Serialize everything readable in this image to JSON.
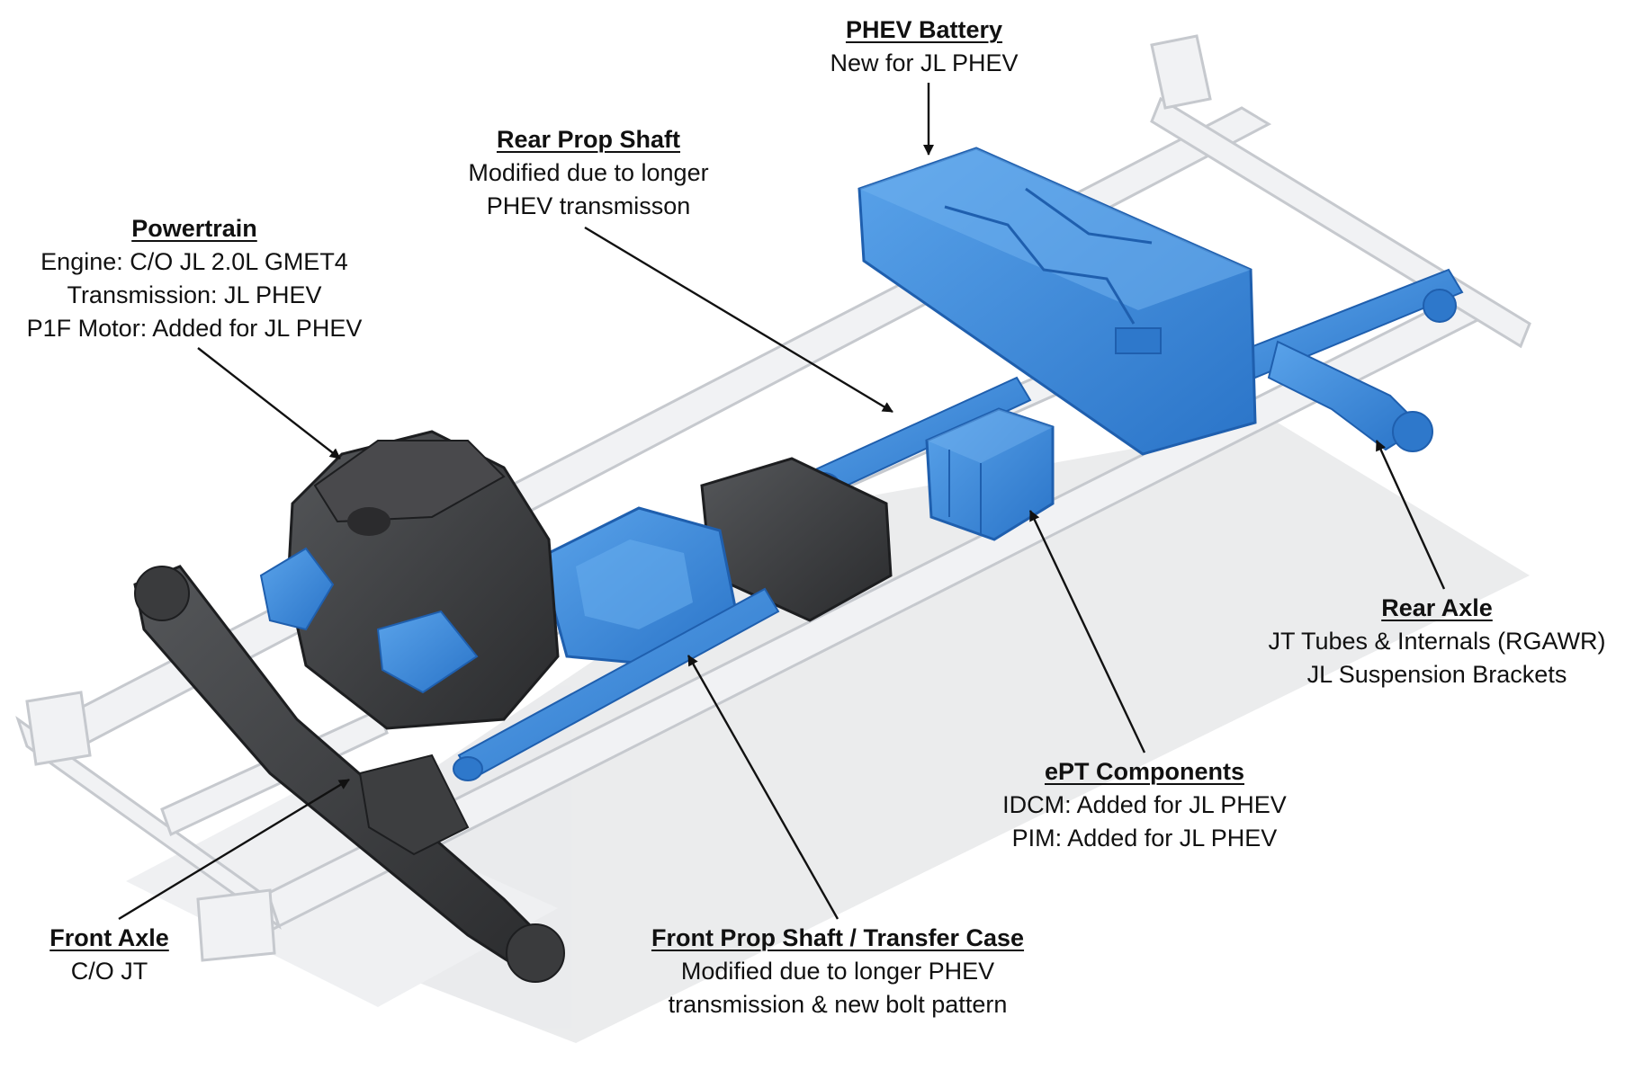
{
  "callouts": {
    "battery": {
      "title": "PHEV Battery",
      "lines": [
        "New for JL PHEV"
      ]
    },
    "rear_prop": {
      "title": "Rear Prop Shaft",
      "lines": [
        "Modified due to longer",
        "PHEV transmisson"
      ]
    },
    "powertrain": {
      "title": "Powertrain",
      "lines": [
        "Engine: C/O JL 2.0L GMET4",
        "Transmission: JL PHEV",
        "P1F Motor: Added for JL PHEV"
      ]
    },
    "rear_axle": {
      "title": "Rear Axle",
      "lines": [
        "JT Tubes & Internals (RGAWR)",
        "JL Suspension Brackets"
      ]
    },
    "ept": {
      "title": "ePT Components",
      "lines": [
        "IDCM: Added for JL PHEV",
        "PIM: Added for JL PHEV"
      ]
    },
    "front_axle": {
      "title": "Front Axle",
      "lines": [
        "C/O JT"
      ]
    },
    "front_prop": {
      "title": "Front Prop Shaft / Transfer Case",
      "lines": [
        "Modified due to longer PHEV",
        "transmission & new bolt pattern"
      ]
    }
  },
  "colors": {
    "phev_blue": "#3a86d8",
    "phev_blue_dark": "#1f5fae",
    "carryover_dark": "#3b3b3d",
    "frame_white": "#eeeff1",
    "frame_edge": "#c9ccd1",
    "shadow": "#d4d6d9",
    "leader": "#111111"
  },
  "icons": {
    "drawing": "chassis-drivetrain-cutaway",
    "leader_arrowhead": "arrow-tip"
  }
}
